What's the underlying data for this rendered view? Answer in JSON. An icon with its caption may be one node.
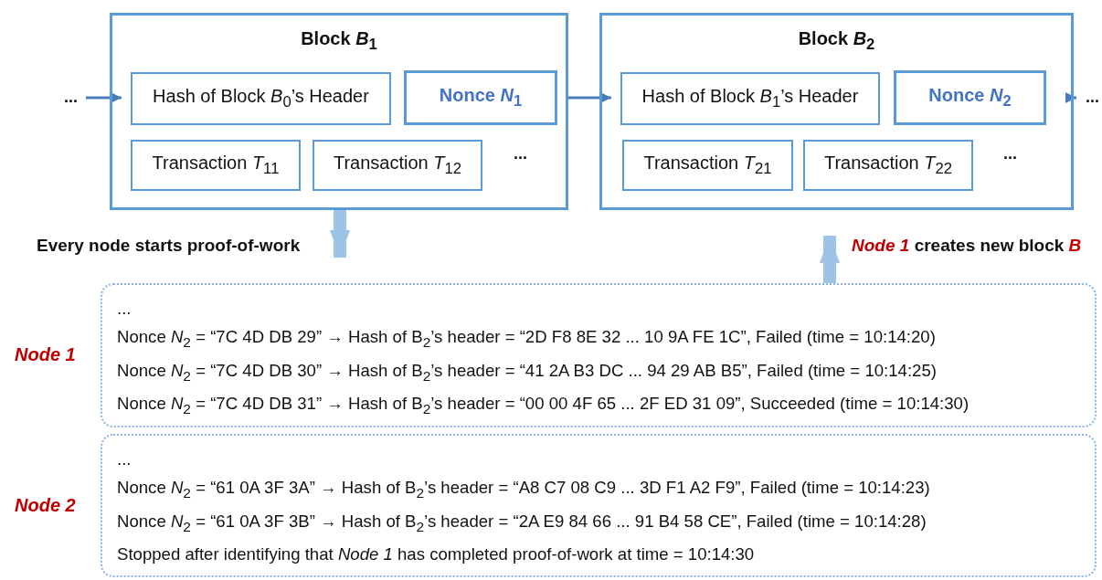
{
  "diagram": {
    "nodes": [
      {
        "text": [
          "Block *B*$_{1}$"
        ]
      },
      {
        "text": [
          "Hash of Block *B*$_{0}$’s Header"
        ],
        "in": 0
      },
      {
        "text": [
          "Nonce *N*$_{1}$"
        ],
        "in": 0
      },
      {
        "text": [
          "Transaction *T*$_{11}$"
        ],
        "in": 0
      },
      {
        "text": [
          "Transaction *T*$_{12}$"
        ],
        "in": 0
      },
      {
        "text": [
          "Block *B*$_{2}$"
        ]
      },
      {
        "text": [
          "Hash of Block *B*$_{1}$’s Header"
        ],
        "in": 5
      },
      {
        "text": [
          "Nonce *N*$_{2}$"
        ],
        "in": 5
      },
      {
        "text": [
          "Transaction *T*$_{21}$"
        ],
        "in": 5
      },
      {
        "text": [
          "Transaction *T*$_{22}$"
        ],
        "in": 5
      },
      {
        "text": [
          "..."
        ]
      },
      {
        "text": [
          "..."
        ]
      },
      {
        "text": [
          "...",
          "Nonce *N*$_{2}$ = “7C 4D DB 29” → Hash of B$_{2}$’s header = “2D F8 8E 32 ... 10 9A FE 1C”, Failed (time = 10:14:20)",
          "Nonce *N*$_{2}$ = “7C 4D DB 30” → Hash of B$_{2}$’s header = “41 2A B3 DC ... 94 29 AB B5”, Failed (time = 10:14:25)",
          "Nonce *N*$_{2}$ = “7C 4D DB 31” → Hash of B$_{2}$’s header = “00 00 4F 65 ... 2F ED 31 09”, Succeeded (time = 10:14:30)"
        ],
        "beside": [
          "Node 1"
        ]
      },
      {
        "text": [
          "...",
          "Nonce *N*$_{2}$ = “61 0A 3F 3A” → Hash of B$_{2}$’s header = “A8 C7 08 C9 ... 3D F1 A2 F9”, Failed (time = 10:14:23)",
          "Nonce *N*$_{2}$ = “61 0A 3F 3B” → Hash of B$_{2}$’s header = “2A E9 84 66 ... 91 B4 58 CE”, Failed (time = 10:14:28)",
          "Stopped after identifying that *Node 1* has completed proof-of-work at time = 10:14:30"
        ],
        "beside": [
          "Node 2"
        ]
      }
    ],
    "edges": [
      {
        "from": 10,
        "to": 1,
        "arrow": "to"
      },
      {
        "from": 0,
        "to": 6,
        "arrow": "to"
      },
      {
        "from": 5,
        "to": 11,
        "arrow": "to"
      },
      {
        "from": 0,
        "to": 12,
        "arrow": "to",
        "label": "Every node starts proof-of-work",
        "style": "thick",
        "color": "#9dc3e6"
      },
      {
        "from": 12,
        "to": 5,
        "arrow": "to",
        "label": "*Node 1* creates new block *B*",
        "style": "thick",
        "color": "#9dc3e6"
      }
    ],
    "labels": [
      "...",
      "..."
    ]
  }
}
